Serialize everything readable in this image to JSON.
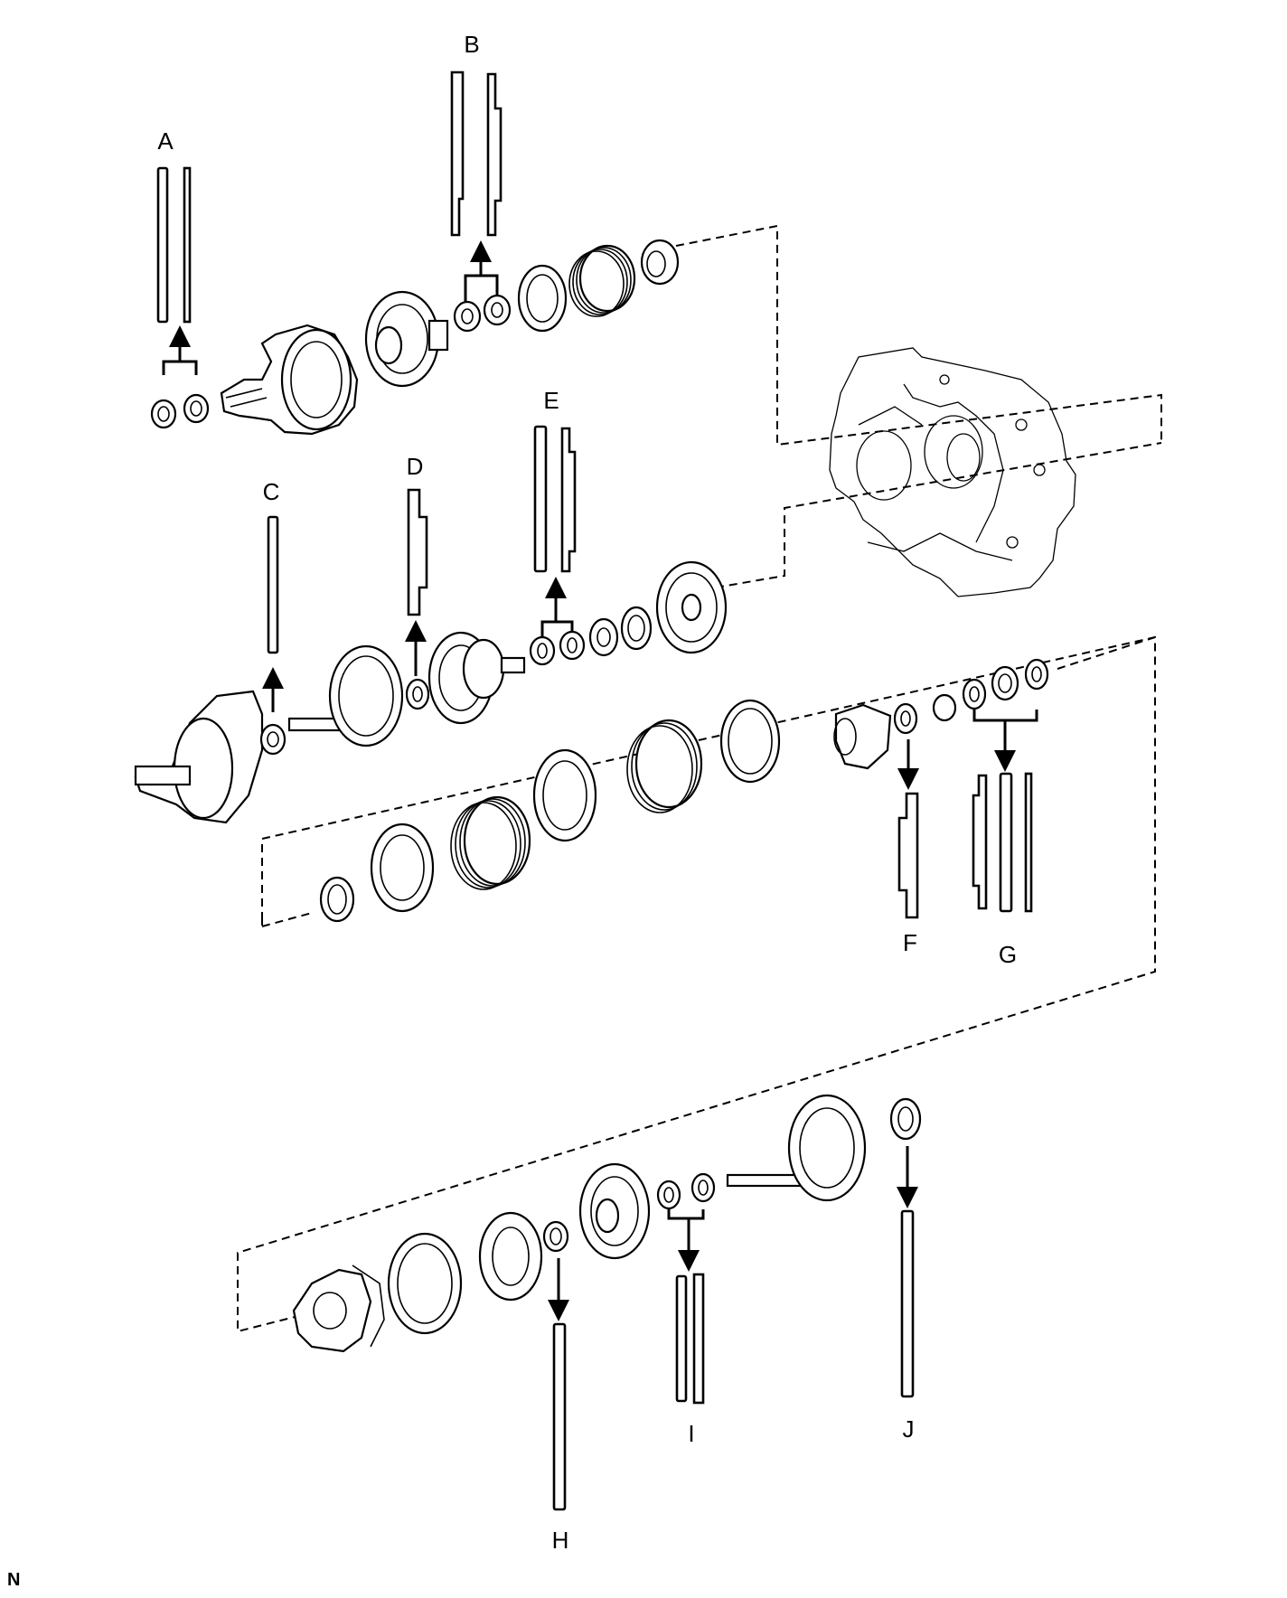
{
  "callouts": {
    "A": "A",
    "B": "B",
    "C": "C",
    "D": "D",
    "E": "E",
    "F": "F",
    "G": "G",
    "H": "H",
    "I": "I",
    "J": "J"
  },
  "corner_mark": "N"
}
